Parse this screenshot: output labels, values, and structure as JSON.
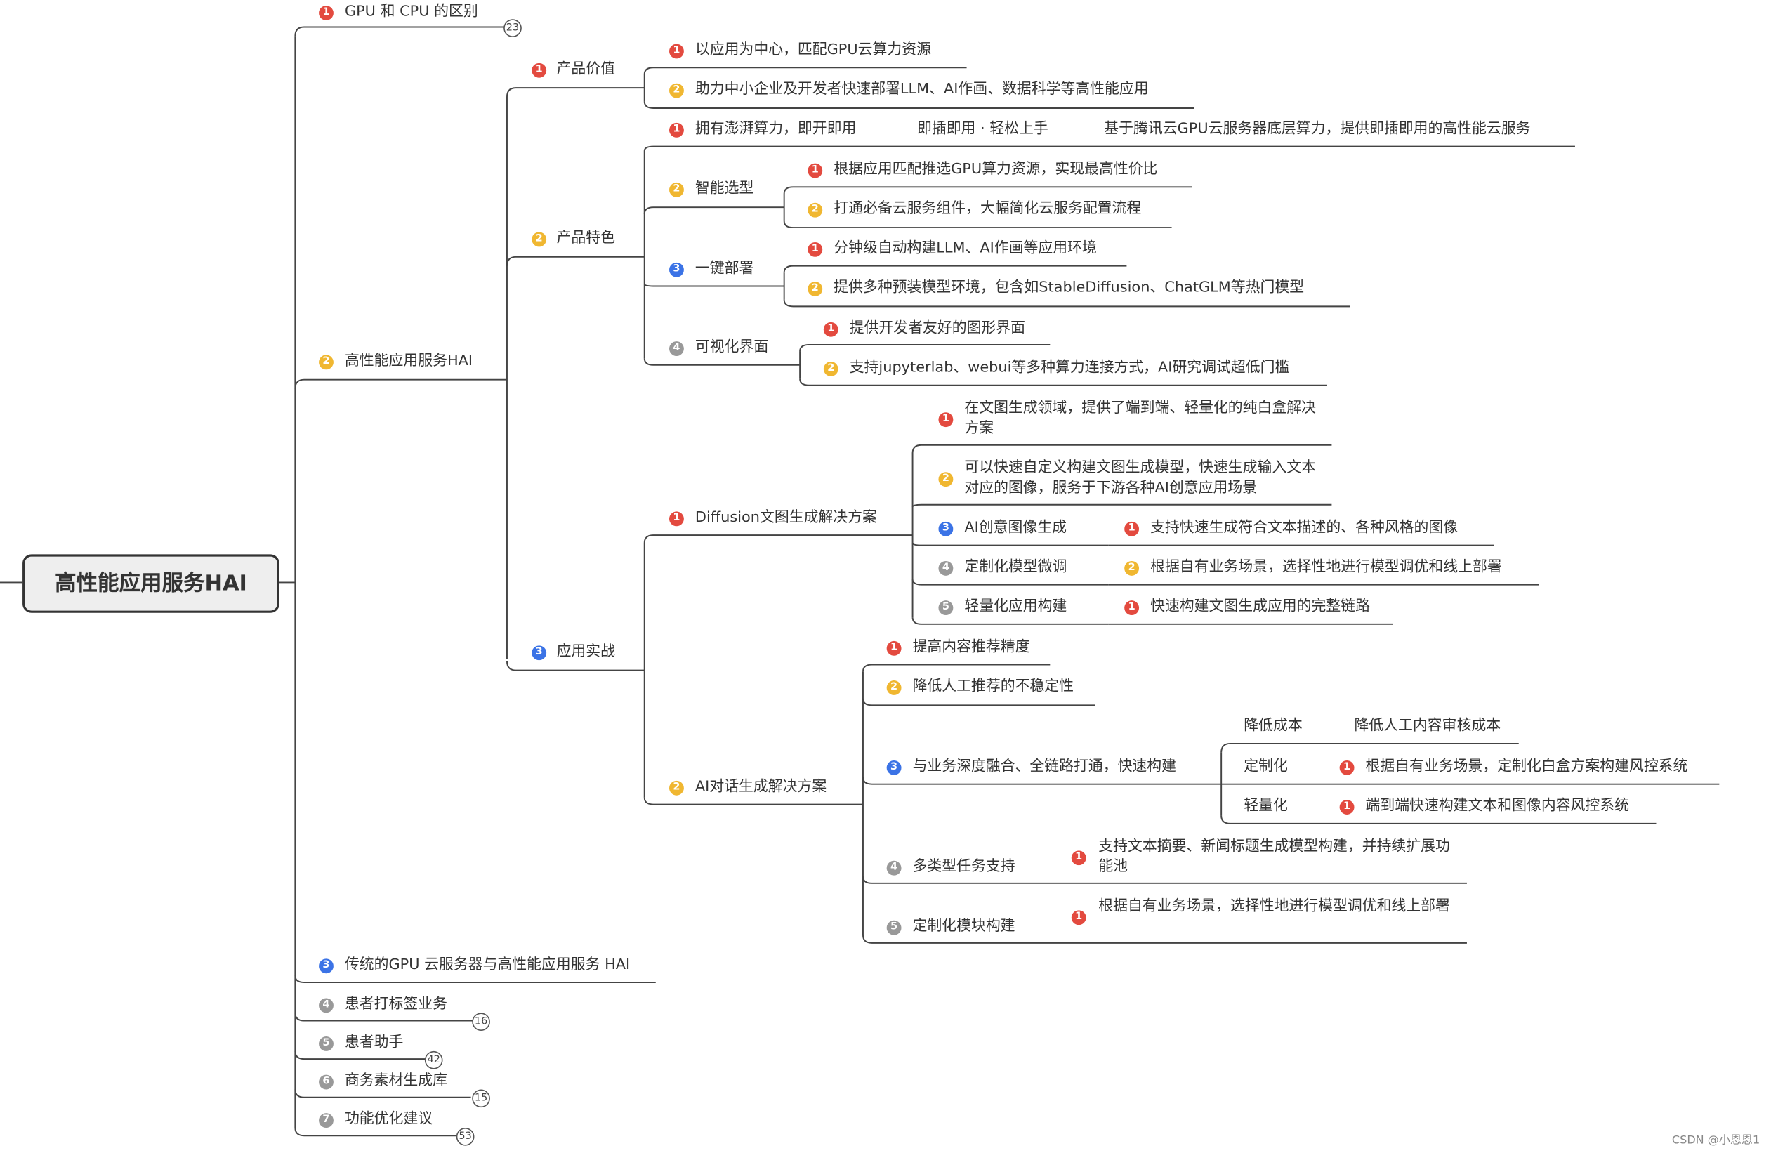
{
  "root": "高性能应用服务HAI",
  "badge_colors": {
    "red": "#e34a3f",
    "yellow": "#f0b731",
    "blue": "#3b73e6",
    "gray": "#999999"
  },
  "branches": {
    "b1": {
      "num": "1",
      "color": "red",
      "label": "GPU 和 CPU 的区别",
      "count": "23"
    },
    "b2": {
      "num": "2",
      "color": "yellow",
      "label": "高性能应用服务HAI",
      "c1": {
        "num": "1",
        "color": "red",
        "label": "产品价值",
        "d1": {
          "num": "1",
          "label": "以应用为中心，匹配GPU云算力资源"
        },
        "d2": {
          "num": "2",
          "label": "助力中小企业及开发者快速部署LLM、AI作画、数据科学等高性能应用"
        }
      },
      "c2": {
        "num": "2",
        "color": "yellow",
        "label": "产品特色",
        "d1": {
          "num": "1",
          "label": "拥有澎湃算力，即开即用",
          "e1": "即插即用 · 轻松上手",
          "f1": "基于腾讯云GPU云服务器底层算力，提供即插即用的高性能云服务"
        },
        "d2": {
          "num": "2",
          "label": "智能选型",
          "e1": {
            "num": "1",
            "label": "根据应用匹配推选GPU算力资源，实现最高性价比"
          },
          "e2": {
            "num": "2",
            "label": "打通必备云服务组件，大幅简化云服务配置流程"
          }
        },
        "d3": {
          "num": "3",
          "label": "一键部署",
          "e1": {
            "num": "1",
            "label": "分钟级自动构建LLM、AI作画等应用环境"
          },
          "e2": {
            "num": "2",
            "label": "提供多种预装模型环境，包含如StableDiffusion、ChatGLM等热门模型"
          }
        },
        "d4": {
          "num": "4",
          "label": "可视化界面",
          "e1": {
            "num": "1",
            "label": "提供开发者友好的图形界面"
          },
          "e2": {
            "num": "2",
            "label": "支持jupyterlab、webui等多种算力连接方式，AI研究调试超低门槛"
          }
        }
      },
      "c3": {
        "num": "3",
        "color": "blue",
        "label": "应用实战",
        "d1": {
          "num": "1",
          "label": "Diffusion文图生成解决方案",
          "e1": {
            "num": "1",
            "label": "在文图生成领域，提供了端到端、轻量化的纯白盒解决方案"
          },
          "e2": {
            "num": "2",
            "label": "可以快速自定义构建文图生成模型，快速生成输入文本对应的图像，服务于下游各种AI创意应用场景"
          },
          "e3": {
            "num": "3",
            "label": "AI创意图像生成",
            "f1": {
              "num": "1",
              "label": "支持快速生成符合文本描述的、各种风格的图像"
            }
          },
          "e4": {
            "num": "4",
            "label": "定制化模型微调",
            "f1": {
              "num": "2",
              "label": "根据自有业务场景，选择性地进行模型调优和线上部署"
            }
          },
          "e5": {
            "num": "5",
            "label": "轻量化应用构建",
            "f1": {
              "num": "1",
              "label": "快速构建文图生成应用的完整链路"
            }
          }
        },
        "d2": {
          "num": "2",
          "label": "AI对话生成解决方案",
          "e1": {
            "num": "1",
            "label": "提高内容推荐精度"
          },
          "e2": {
            "num": "2",
            "label": "降低人工推荐的不稳定性"
          },
          "e3": {
            "num": "3",
            "label": "与业务深度融合、全链路打通，快速构建",
            "f1": {
              "label": "降低成本",
              "g": "降低人工内容审核成本"
            },
            "f2": {
              "label": "定制化",
              "g": {
                "num": "1",
                "label": "根据自有业务场景，定制化白盒方案构建风控系统"
              }
            },
            "f3": {
              "label": "轻量化",
              "g": {
                "num": "1",
                "label": "端到端快速构建文本和图像内容风控系统"
              }
            }
          },
          "e4": {
            "num": "4",
            "label": "多类型任务支持",
            "f1": {
              "num": "1",
              "label": "支持文本摘要、新闻标题生成模型构建，并持续扩展功能池"
            }
          },
          "e5": {
            "num": "5",
            "label": "定制化模块构建",
            "f1": {
              "num": "1",
              "label": "根据自有业务场景，选择性地进行模型调优和线上部署"
            }
          }
        }
      }
    },
    "b3": {
      "num": "3",
      "color": "blue",
      "label": "传统的GPU 云服务器与高性能应用服务 HAI"
    },
    "b4": {
      "num": "4",
      "color": "gray",
      "label": "患者打标签业务",
      "count": "16"
    },
    "b5": {
      "num": "5",
      "color": "gray",
      "label": "患者助手",
      "count": "42"
    },
    "b6": {
      "num": "6",
      "color": "gray",
      "label": "商务素材生成库",
      "count": "15"
    },
    "b7": {
      "num": "7",
      "color": "gray",
      "label": "功能优化建议",
      "count": "53"
    }
  },
  "watermark": "CSDN @小恩恩1"
}
